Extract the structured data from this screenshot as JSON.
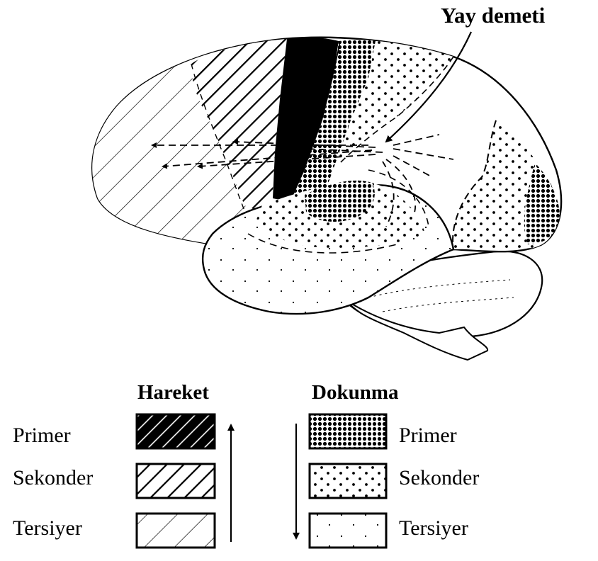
{
  "callout": {
    "text": "Yay demeti"
  },
  "legend": {
    "movement": {
      "header": "Hareket",
      "rows": [
        {
          "label": "Primer"
        },
        {
          "label": "Sekonder"
        },
        {
          "label": "Tersiyer"
        }
      ]
    },
    "touch": {
      "header": "Dokunma",
      "rows": [
        {
          "label": "Primer"
        },
        {
          "label": "Sekonder"
        },
        {
          "label": "Tersiyer"
        }
      ]
    }
  }
}
